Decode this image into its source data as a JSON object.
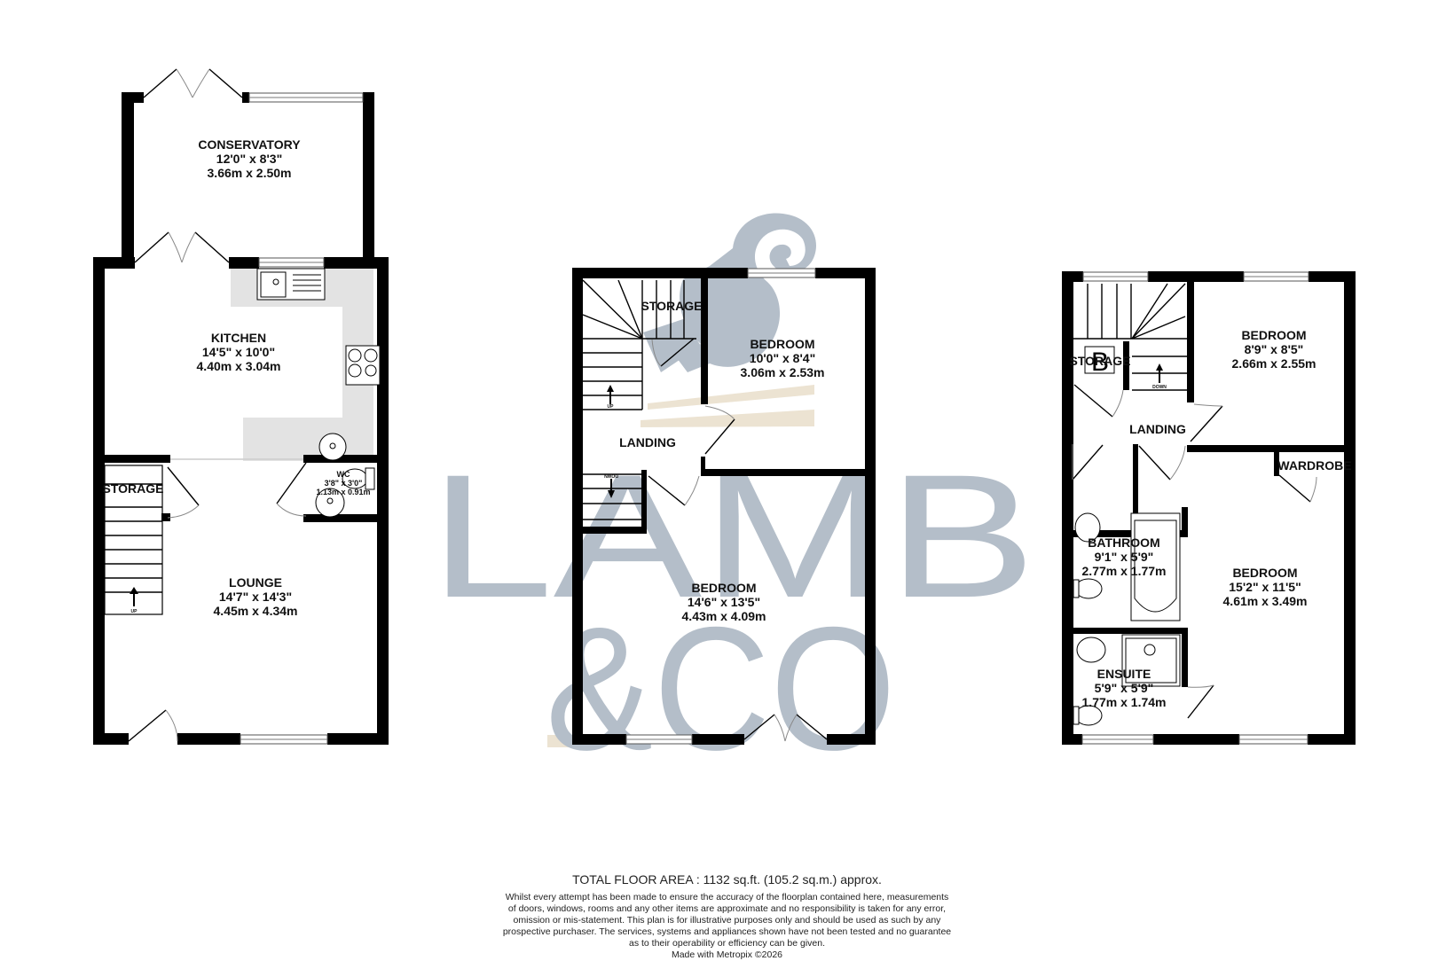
{
  "watermark": {
    "line1": "LAMB",
    "line2": "&CO",
    "colors": {
      "grey": "#b4bec9",
      "tan": "#ece3d2"
    },
    "logo": "ram-head-icon"
  },
  "floors": [
    {
      "name": "ground-floor",
      "rooms": [
        {
          "name": "CONSERVATORY",
          "imperial": "12'0\"  x 8'3\"",
          "metric": "3.66m  x 2.50m"
        },
        {
          "name": "KITCHEN",
          "imperial": "14'5\"  x 10'0\"",
          "metric": "4.40m  x 3.04m"
        },
        {
          "name": "LOUNGE",
          "imperial": "14'7\"  x 14'3\"",
          "metric": "4.45m  x 4.34m"
        },
        {
          "name": "WC",
          "imperial": "3'8\"  x 3'0\"",
          "metric": "1.13m  x 0.91m"
        },
        {
          "name": "STORAGE"
        }
      ],
      "stairs_label": "UP"
    },
    {
      "name": "first-floor",
      "rooms": [
        {
          "name": "BEDROOM",
          "imperial": "10'0\"  x 8'4\"",
          "metric": "3.06m  x 2.53m"
        },
        {
          "name": "BEDROOM",
          "imperial": "14'6\"  x 13'5\"",
          "metric": "4.43m  x 4.09m"
        },
        {
          "name": "LANDING"
        },
        {
          "name": "STORAGE"
        }
      ],
      "stairs_up_label": "UP",
      "stairs_down_label": "DOWN"
    },
    {
      "name": "second-floor",
      "rooms": [
        {
          "name": "BEDROOM",
          "imperial": "8'9\"  x 8'5\"",
          "metric": "2.66m  x 2.55m"
        },
        {
          "name": "BEDROOM",
          "imperial": "15'2\"  x 11'5\"",
          "metric": "4.61m  x 3.49m"
        },
        {
          "name": "BATHROOM",
          "imperial": "9'1\"  x 5'9\"",
          "metric": "2.77m  x 1.77m"
        },
        {
          "name": "ENSUITE",
          "imperial": "5'9\"  x 5'9\"",
          "metric": "1.77m  x 1.74m"
        },
        {
          "name": "LANDING"
        },
        {
          "name": "STORAGE"
        },
        {
          "name": "WARDROBE"
        }
      ],
      "stairs_label": "DOWN",
      "boiler_label": "B"
    }
  ],
  "footer": {
    "total_area": "TOTAL FLOOR AREA : 1132 sq.ft. (105.2 sq.m.) approx.",
    "disclaimer_lines": [
      "Whilst every attempt has been made to ensure the accuracy of the floorplan contained here, measurements",
      "of doors, windows, rooms and any other items are approximate and no responsibility is taken for any error,",
      "omission or mis-statement. This plan is for illustrative purposes only and should be used as such by any",
      "prospective purchaser. The services, systems and appliances shown have not been tested and no guarantee",
      "as to their operability or efficiency can be given."
    ],
    "credit": "Made with Metropix ©2026"
  }
}
